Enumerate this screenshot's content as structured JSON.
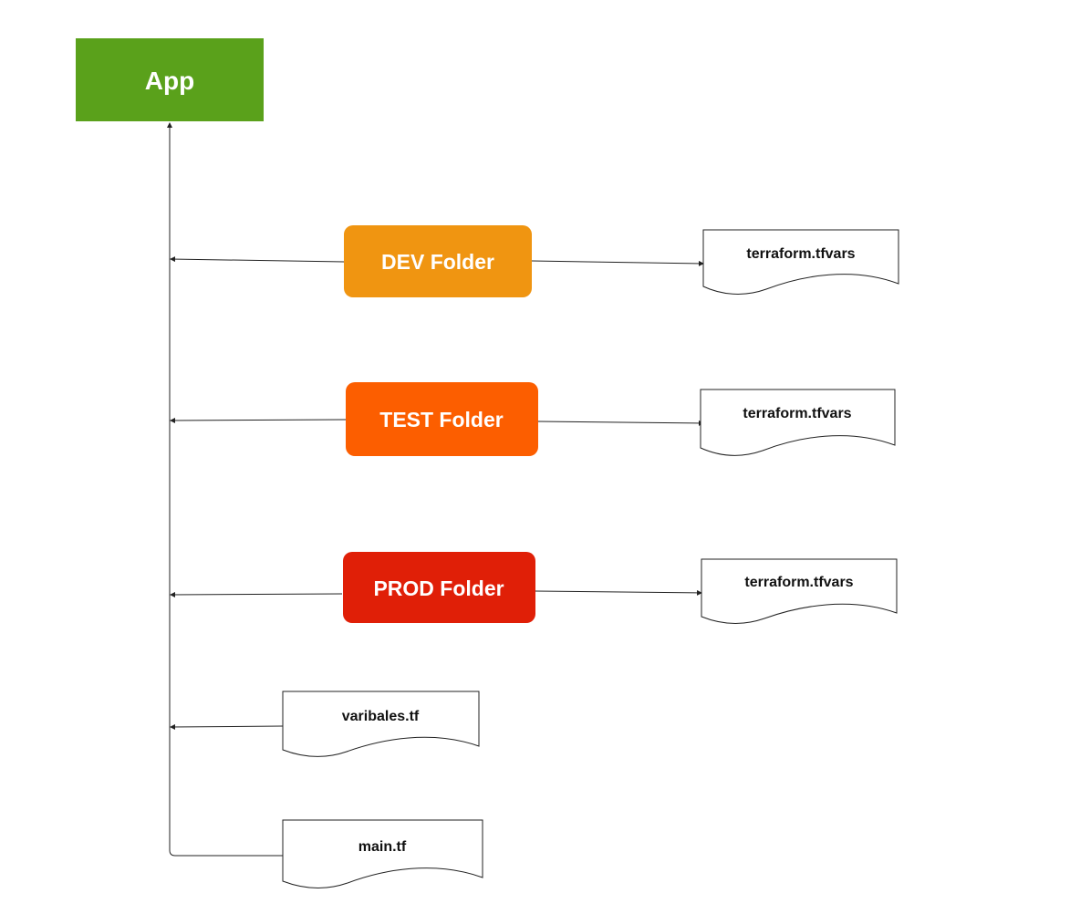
{
  "diagram": {
    "nodes": {
      "app": {
        "label": "App",
        "color": "#5aa11b"
      },
      "dev": {
        "label": "DEV Folder",
        "color": "#f09511"
      },
      "test": {
        "label": "TEST Folder",
        "color": "#fc5e00"
      },
      "prod": {
        "label": "PROD Folder",
        "color": "#e01f07"
      }
    },
    "documents": {
      "dev_tfvars": {
        "label": "terraform.tfvars"
      },
      "test_tfvars": {
        "label": "terraform.tfvars"
      },
      "prod_tfvars": {
        "label": "terraform.tfvars"
      },
      "variables": {
        "label": "varibales.tf"
      },
      "main": {
        "label": "main.tf"
      }
    }
  }
}
